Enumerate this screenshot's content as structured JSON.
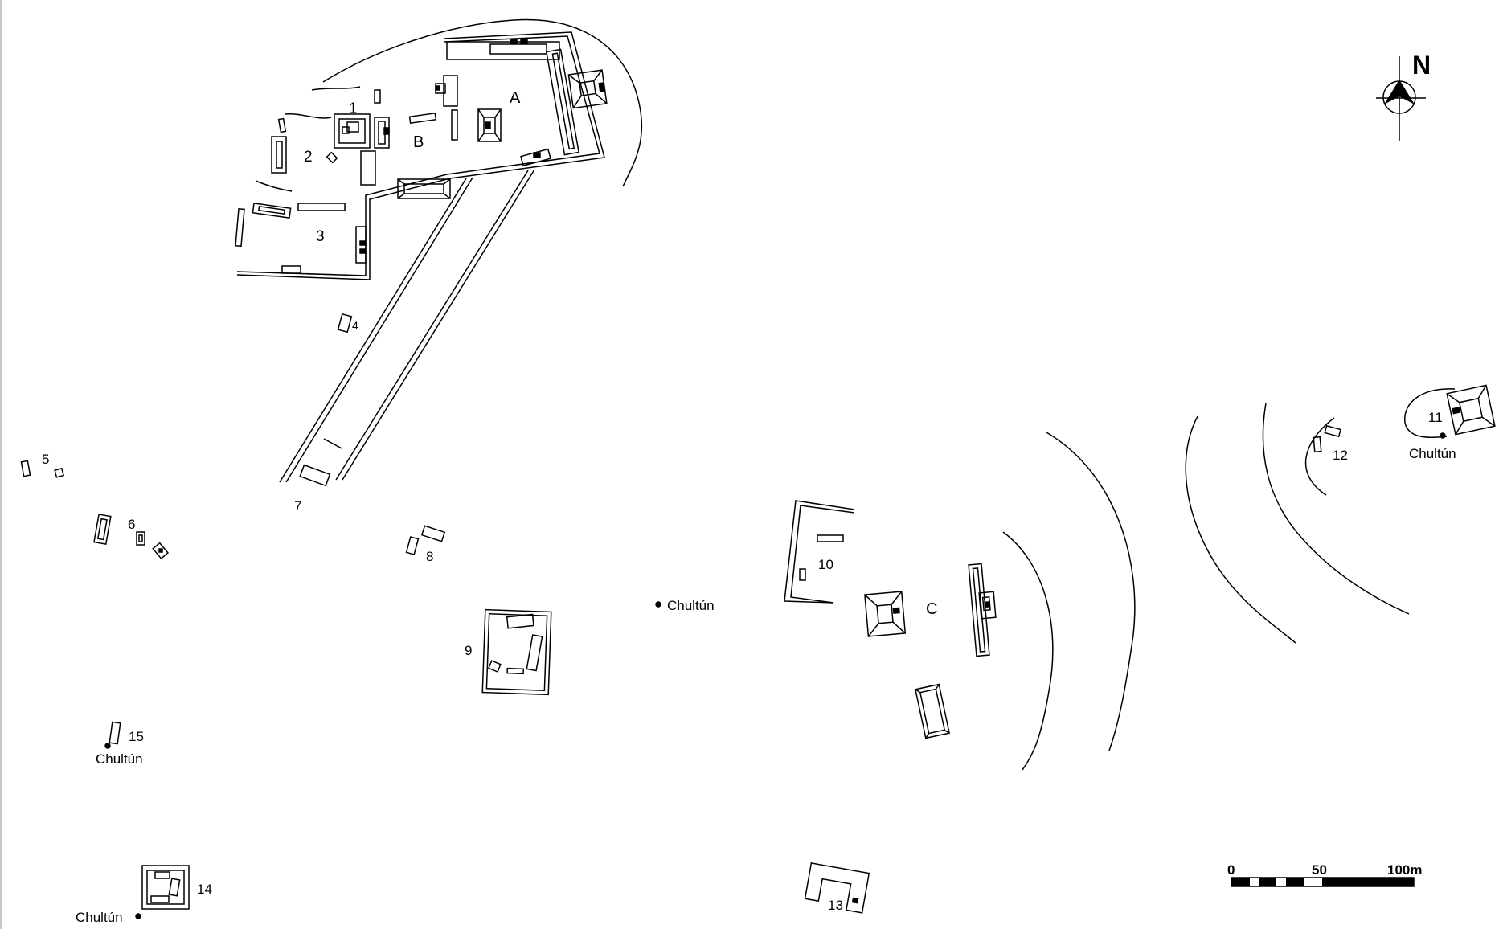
{
  "colors": {
    "ink": "#000000",
    "paper": "#ffffff",
    "edge": "#c8c8c8"
  },
  "north": {
    "label": "N",
    "icon": "north-arrow-icon"
  },
  "scale": {
    "ticks": [
      "0",
      "50",
      "100m"
    ]
  },
  "groups": {
    "a": "A",
    "b": "B",
    "c": "C"
  },
  "structures": {
    "s1": "1",
    "s2": "2",
    "s3": "3",
    "s4": "4",
    "s5": "5",
    "s6": "6",
    "s7": "7",
    "s8": "8",
    "s9": "9",
    "s10": "10",
    "s11": "11",
    "s12": "12",
    "s13": "13",
    "s14": "14",
    "s15": "15"
  },
  "chultuns": {
    "center": "Chultún",
    "east": "Chultún",
    "west": "Chultún",
    "southwest": "Chultún"
  }
}
